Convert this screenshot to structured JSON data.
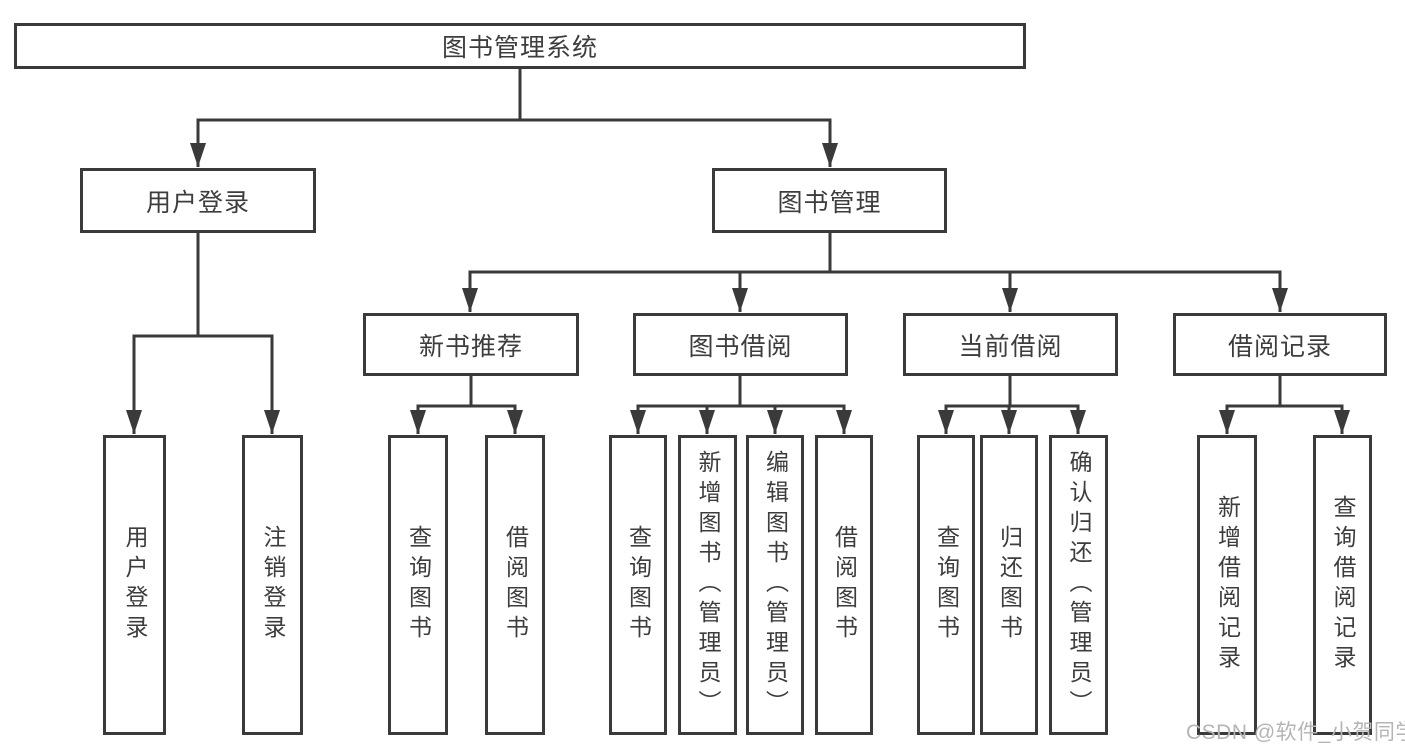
{
  "diagram": {
    "root": "图书管理系统",
    "branches": {
      "user_login": "用户登录",
      "book_management": "图书管理"
    },
    "modules": {
      "new_book_recommend": "新书推荐",
      "book_borrow": "图书借阅",
      "current_borrow": "当前借阅",
      "borrow_records": "借阅记录"
    },
    "leaves": {
      "user_login": "用户登录",
      "logout": "注销登录",
      "rec_query_books": "查询图书",
      "rec_borrow_books": "借阅图书",
      "bb_query_books": "查询图书",
      "bb_add_books": "新增图书（管理员）",
      "bb_edit_books": "编辑图书（管理员）",
      "bb_borrow_books": "借阅图书",
      "cb_query_books": "查询图书",
      "cb_return_books": "归还图书",
      "cb_confirm_return": "确认归还（管理员）",
      "br_add_record": "新增借阅记录",
      "br_query_record": "查询借阅记录"
    }
  },
  "watermark": "CSDN @软件_小贺同学",
  "colors": {
    "stroke": "#3a3a3a",
    "text": "#3d3d3d",
    "watermark": "#b5b5b5",
    "background": "#ffffff"
  }
}
